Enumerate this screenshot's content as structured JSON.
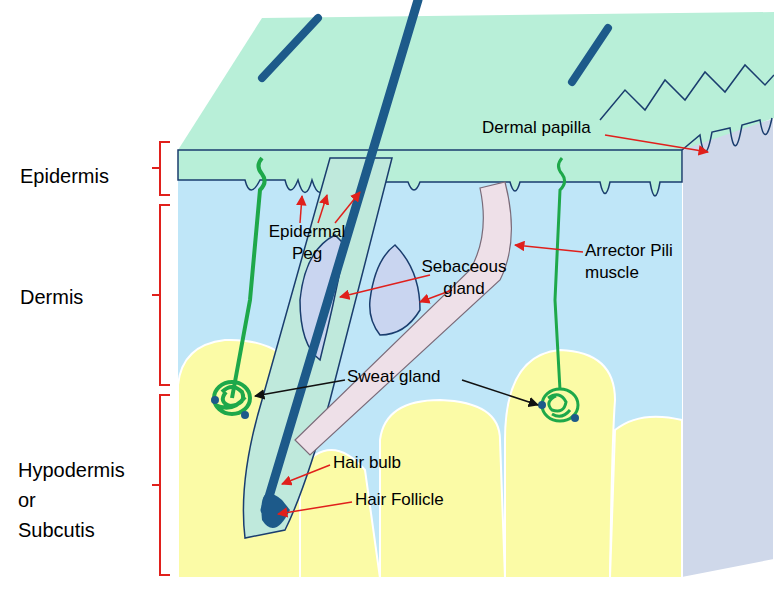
{
  "diagram": {
    "labels": [
      "Epidermis",
      "Dermal papilla",
      "Epidermal Peg",
      "Sebaceous gland",
      "Arrector Pili muscle",
      "Dermis",
      "Sweat gland",
      "Hair bulb",
      "Hypodermis or Subcutis",
      "Hair Follicle"
    ]
  }
}
